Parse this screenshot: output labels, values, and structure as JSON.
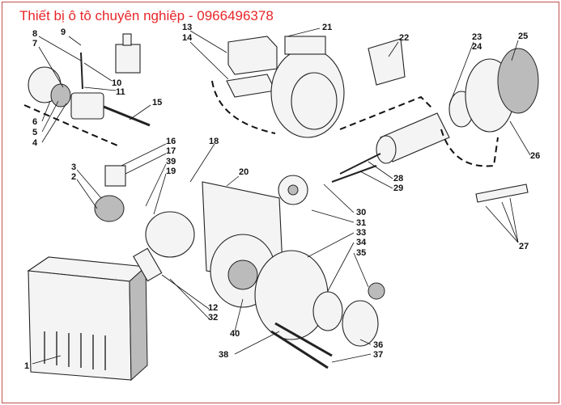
{
  "watermark": "Thiết bị ô tô chuyên nghiệp - 0966496378",
  "labels": [
    "1",
    "2",
    "3",
    "4",
    "5",
    "6",
    "7",
    "8",
    "9",
    "10",
    "11",
    "12",
    "13",
    "14",
    "15",
    "16",
    "17",
    "18",
    "19",
    "20",
    "21",
    "22",
    "23",
    "24",
    "25",
    "26",
    "27",
    "28",
    "29",
    "30",
    "31",
    "32",
    "33",
    "34",
    "35",
    "36",
    "37",
    "38",
    "39",
    "40"
  ]
}
